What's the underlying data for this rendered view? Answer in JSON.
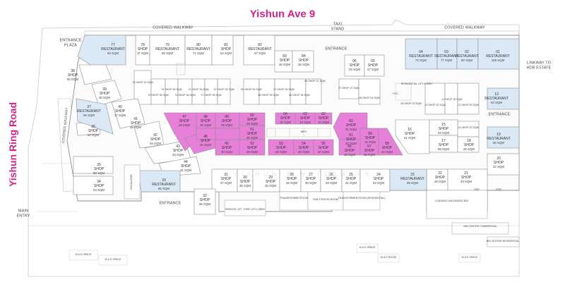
{
  "roads": {
    "top": "Yishun Ave 9",
    "left": "Yishun Ring Road"
  },
  "labels": {
    "covered_walkway_top_left": "COVERED WALKWAY",
    "covered_walkway_top_right": "COVERED WALKWAY",
    "covered_walkway_left": "COVERED WALKWAY",
    "taxi_stand_1": "TAXI",
    "taxi_stand_2": "STAND",
    "entrance_top": "ENTRANCE",
    "entrance_right": "ENTRANCE",
    "entrance_bottom": "ENTRANCE",
    "entrance_plaza_1": "ENTRANCE",
    "entrance_plaza_2": "PLAZA",
    "main_entry_1": "MAIN",
    "main_entry_2": "ENTRY",
    "linkway_1": "LINKWAY TO",
    "linkway_2": "HDB ESTATE",
    "watermark": "YISHUN 9 WATERMARK"
  },
  "colors": {
    "road_label": "#d6248c",
    "restaurant_fill": "#dbe9f6",
    "highlight_fill": "#e680d9",
    "shop_fill": "#ffffff",
    "outline": "#9a9a9a"
  },
  "units": [
    {
      "no": "77",
      "type": "RESTAURANT",
      "sqm": "82 SQM"
    },
    {
      "no": "78",
      "type": "SHOP",
      "sqm": "37 SQM"
    },
    {
      "no": "79",
      "type": "RESTAURANT",
      "sqm": "68 SQM"
    },
    {
      "no": "80",
      "type": "RESTAURANT",
      "sqm": "71 SQM"
    },
    {
      "no": "81",
      "type": "SHOP",
      "sqm": "54 SQM"
    },
    {
      "no": "82",
      "type": "RESTAURANT",
      "sqm": "67 SQM"
    },
    {
      "no": "83",
      "type": "SHOP",
      "sqm": "35 SQM"
    },
    {
      "no": "84",
      "type": "SHOP",
      "sqm": "36 SQM"
    },
    {
      "no": "04",
      "type": "RESTAURANT",
      "sqm": "73 SQM"
    },
    {
      "no": "03",
      "type": "RESTAURANT",
      "sqm": "77 SQM"
    },
    {
      "no": "02",
      "type": "RESTAURANT",
      "sqm": "80 SQM"
    },
    {
      "no": "01",
      "type": "RESTAURANT",
      "sqm": "105 SQM"
    },
    {
      "no": "06",
      "type": "SHOP",
      "sqm": "29 SQM"
    },
    {
      "no": "05",
      "type": "SHOP",
      "sqm": "27 SQM"
    },
    {
      "no": "38",
      "type": "SHOP",
      "sqm": "60 SQM"
    },
    {
      "no": "39",
      "type": "SHOP",
      "sqm": "30 SQM"
    },
    {
      "no": "37",
      "type": "RESTAURANT",
      "sqm": "66 SQM"
    },
    {
      "no": "40",
      "type": "SHOP",
      "sqm": "37 SQM"
    },
    {
      "no": "41",
      "type": "SHOP",
      "sqm": "49 SQM"
    },
    {
      "no": "36",
      "type": "SHOP",
      "sqm": "50 SQM"
    },
    {
      "no": "42",
      "type": "SHOP",
      "sqm": "48 SQM"
    },
    {
      "no": "43",
      "type": "SHOP",
      "sqm": "33 SQM"
    },
    {
      "no": "44",
      "type": "SHOP",
      "sqm": "41 SQM"
    },
    {
      "no": "35",
      "type": "SHOP",
      "sqm": "50 SQM"
    },
    {
      "no": "34",
      "type": "SHOP",
      "sqm": "54 SQM"
    },
    {
      "no": "33",
      "type": "RESTAURANT",
      "sqm": "86 SQM"
    },
    {
      "no": "32",
      "type": "SHOP",
      "sqm": "65 SQM"
    },
    {
      "no": "31",
      "type": "SHOP",
      "sqm": "37 SQM"
    },
    {
      "no": "30",
      "type": "SHOP",
      "sqm": "35 SQM"
    },
    {
      "no": "29",
      "type": "SHOP",
      "sqm": "35 SQM"
    },
    {
      "no": "28",
      "type": "SHOP",
      "sqm": "32 SQM"
    },
    {
      "no": "27",
      "type": "SHOP",
      "sqm": "30 SQM"
    },
    {
      "no": "26",
      "type": "SHOP",
      "sqm": "29 SQM"
    },
    {
      "no": "25",
      "type": "SHOP",
      "sqm": "31 SQM"
    },
    {
      "no": "24",
      "type": "SHOP",
      "sqm": "52 SQM"
    },
    {
      "no": "23",
      "type": "RESTAURANT",
      "sqm": "95 SQM"
    },
    {
      "no": "22",
      "type": "SHOP",
      "sqm": "29 SQM"
    },
    {
      "no": "21",
      "type": "SHOP",
      "sqm": "33 SQM"
    },
    {
      "no": "13",
      "type": "RESTAURANT",
      "sqm": "63 SQM"
    },
    {
      "no": "19",
      "type": "RESTAURANT",
      "sqm": "55 SQM"
    },
    {
      "no": "20",
      "type": "SHOP",
      "sqm": "42 SQM"
    },
    {
      "no": "16",
      "type": "SHOP",
      "sqm": "61 SQM"
    },
    {
      "no": "15",
      "type": "SHOP",
      "sqm": "34 SQM"
    },
    {
      "no": "17",
      "type": "SHOP",
      "sqm": "58 SQM"
    },
    {
      "no": "18",
      "type": "SHOP",
      "sqm": "26 SQM"
    },
    {
      "no": "47",
      "type": "SHOP",
      "sqm": "33 SQM"
    },
    {
      "no": "48",
      "type": "SHOP",
      "sqm": "26 SQM"
    },
    {
      "no": "49",
      "type": "SHOP",
      "sqm": "29 SQM"
    },
    {
      "no": "50",
      "type": "SHOP",
      "sqm": "29 SQM"
    },
    {
      "no": "51",
      "type": "SHOP",
      "sqm": "30 SQM"
    },
    {
      "no": "46",
      "type": "SHOP",
      "sqm": "25 SQM"
    },
    {
      "no": "45",
      "type": "SHOP",
      "sqm": "30 SQM"
    },
    {
      "no": "52",
      "type": "SHOP",
      "sqm": "29 SQM"
    },
    {
      "no": "64",
      "type": "SHOP",
      "sqm": "18 SQM"
    },
    {
      "no": "63",
      "type": "SHOP",
      "sqm": "18 SQM"
    },
    {
      "no": "62",
      "type": "SHOP",
      "sqm": "16 SQM"
    },
    {
      "no": "60",
      "type": "SHOP",
      "sqm": "21 SQM"
    },
    {
      "no": "61",
      "type": "SHOP",
      "sqm": "20 SQM"
    },
    {
      "no": "59",
      "type": "SHOP",
      "sqm": "15 SQM"
    },
    {
      "no": "53",
      "type": "SHOP",
      "sqm": "20 SQM"
    },
    {
      "no": "54",
      "type": "SHOP",
      "sqm": "20 SQM"
    },
    {
      "no": "55",
      "type": "SHOP",
      "sqm": "20 SQM"
    },
    {
      "no": "56",
      "type": "SHOP",
      "sqm": "18 SQM"
    },
    {
      "no": "57",
      "type": "SHOP",
      "sqm": "15 SQM"
    },
    {
      "no": "58",
      "type": "SHOP",
      "sqm": "34 SQM"
    }
  ],
  "small_units": [
    {
      "text": "76 SHOP 42 SQM"
    },
    {
      "text": "75 SHOP 35 SQM"
    },
    {
      "text": "74 SHOP 35 SQM"
    },
    {
      "text": "73 SHOP 36 SQM"
    },
    {
      "text": "72 SHOP 35 SQM"
    },
    {
      "text": "71 SHOP 35 SQM"
    },
    {
      "text": "70 SHOP 35 SQM"
    },
    {
      "text": "69 SHOP 59 SQM"
    },
    {
      "text": "68 SHOP 35 SQM"
    },
    {
      "text": "67 SHOP 35 SQM"
    },
    {
      "text": "66 SHOP 35 SQM"
    },
    {
      "text": "65 SHOP 21 SQM"
    },
    {
      "text": "07 SHOP 37 SQM"
    },
    {
      "text": "08 SHOP 54 SQM"
    },
    {
      "text": "09 SHOP 23 SQM"
    },
    {
      "text": "10 SHOP 31 SQM"
    },
    {
      "text": "11 SHOP 35 SQM"
    },
    {
      "text": "12 SHOP 35 SQM"
    },
    {
      "text": "14 SHOP 20 SQM"
    }
  ],
  "service_labels": {
    "info": "INFO",
    "fcc": "FCC",
    "residential_lift_lobby": "RESIDENTIAL LIFT LOBBY",
    "transformer_1": "TRANSFORMER ROOM",
    "sub_station": "SUB-STATION ROOM",
    "transformer_2": "TRANSFORMER ROOM (RESIDENTIAL)",
    "service_lift": "SERVICE LIFT / FIRE LIFT LOBBY",
    "loading_bay": "LOADING/ UNLOADING BAY",
    "bin_center": "BIN CENTER COMMERCIAL",
    "bin_center_res": "BIN CENTER RESIDENTIAL",
    "me_space": "M & E SPACE",
    "me_room": "M & E ROOM",
    "hdp": "HDP",
    "eer": "EER",
    "esc": "ESCALATOR"
  }
}
